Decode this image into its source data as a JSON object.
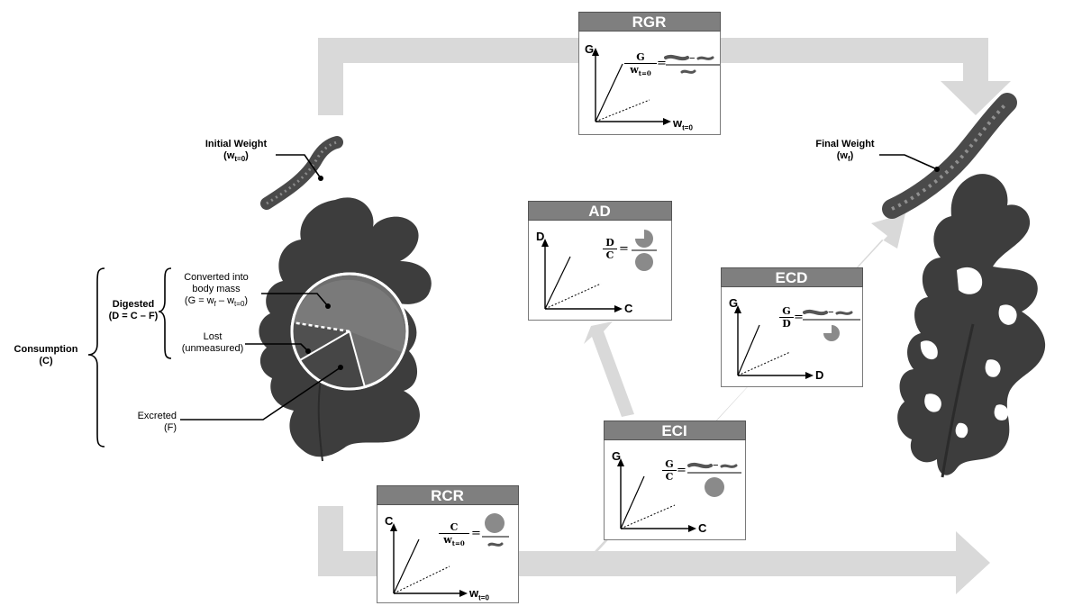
{
  "labels": {
    "initial_weight": "Initial Weight",
    "initial_weight_sym": "w",
    "initial_weight_sub": "t=0",
    "final_weight": "Final Weight",
    "final_weight_sym": "w",
    "final_weight_sub": "f",
    "consumption": "Consumption",
    "consumption_sym": "(C)",
    "digested": "Digested",
    "digested_eq": "(D = C – F)",
    "converted_line1": "Converted into",
    "converted_line2": "body mass",
    "converted_eq_a": "(G = w",
    "converted_eq_sub1": "f",
    "converted_eq_b": " – w",
    "converted_eq_sub2": "t=0",
    "converted_eq_c": ")",
    "lost": "Lost",
    "lost_paren": "(unmeasured)",
    "excreted": "Excreted",
    "excreted_sym": "(F)"
  },
  "panels": {
    "rgr": {
      "title": "RGR",
      "y_axis": "G",
      "x_axis": "w",
      "x_sub": "t=0",
      "num": "G",
      "den": "w",
      "den_sub": "t=0"
    },
    "ad": {
      "title": "AD",
      "y_axis": "D",
      "x_axis": "C",
      "num": "D",
      "den": "C"
    },
    "ecd": {
      "title": "ECD",
      "y_axis": "G",
      "x_axis": "D",
      "num": "G",
      "den": "D"
    },
    "eci": {
      "title": "ECI",
      "y_axis": "G",
      "x_axis": "C",
      "num": "G",
      "den": "C"
    },
    "rcr": {
      "title": "RCR",
      "y_axis": "C",
      "x_axis": "w",
      "x_sub": "t=0",
      "num": "C",
      "den": "w",
      "den_sub": "t=0"
    }
  },
  "symbols": {
    "equals": "=",
    "minus": "–"
  },
  "colors": {
    "arrow": "#d9d9d9",
    "title_bar": "#7f7f7f",
    "leaf": "#3d3d3d",
    "pie_light": "#737373",
    "pie_dark": "#464646",
    "caterpillar": "#555555"
  }
}
